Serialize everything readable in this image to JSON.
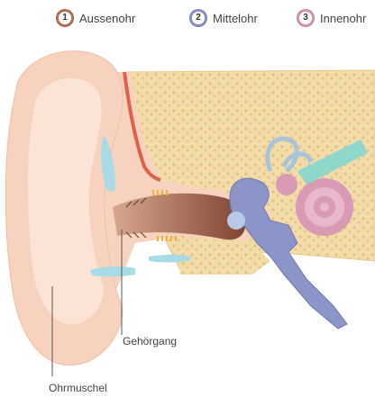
{
  "legend": [
    {
      "number": "1",
      "label": "Aussenohr",
      "color": "#b5735a"
    },
    {
      "number": "2",
      "label": "Mittelohr",
      "color": "#8c95c8"
    },
    {
      "number": "3",
      "label": "Innenohr",
      "color": "#d99ab4"
    }
  ],
  "labels": {
    "ear_canal": "Gehörgang",
    "auricle": "Ohrmuschel"
  },
  "colors": {
    "skin": "#f7d3bf",
    "skin_light": "#fbe4d6",
    "bone": "#f2dcaa",
    "cartilage_blue": "#a9dbe6",
    "canal_dark": "#8b4f3a",
    "middle_ear": "#8c95c8",
    "inner_ear": "#d99ab4",
    "nerve": "#7fd6d2",
    "vein_red": "#e0604c"
  }
}
